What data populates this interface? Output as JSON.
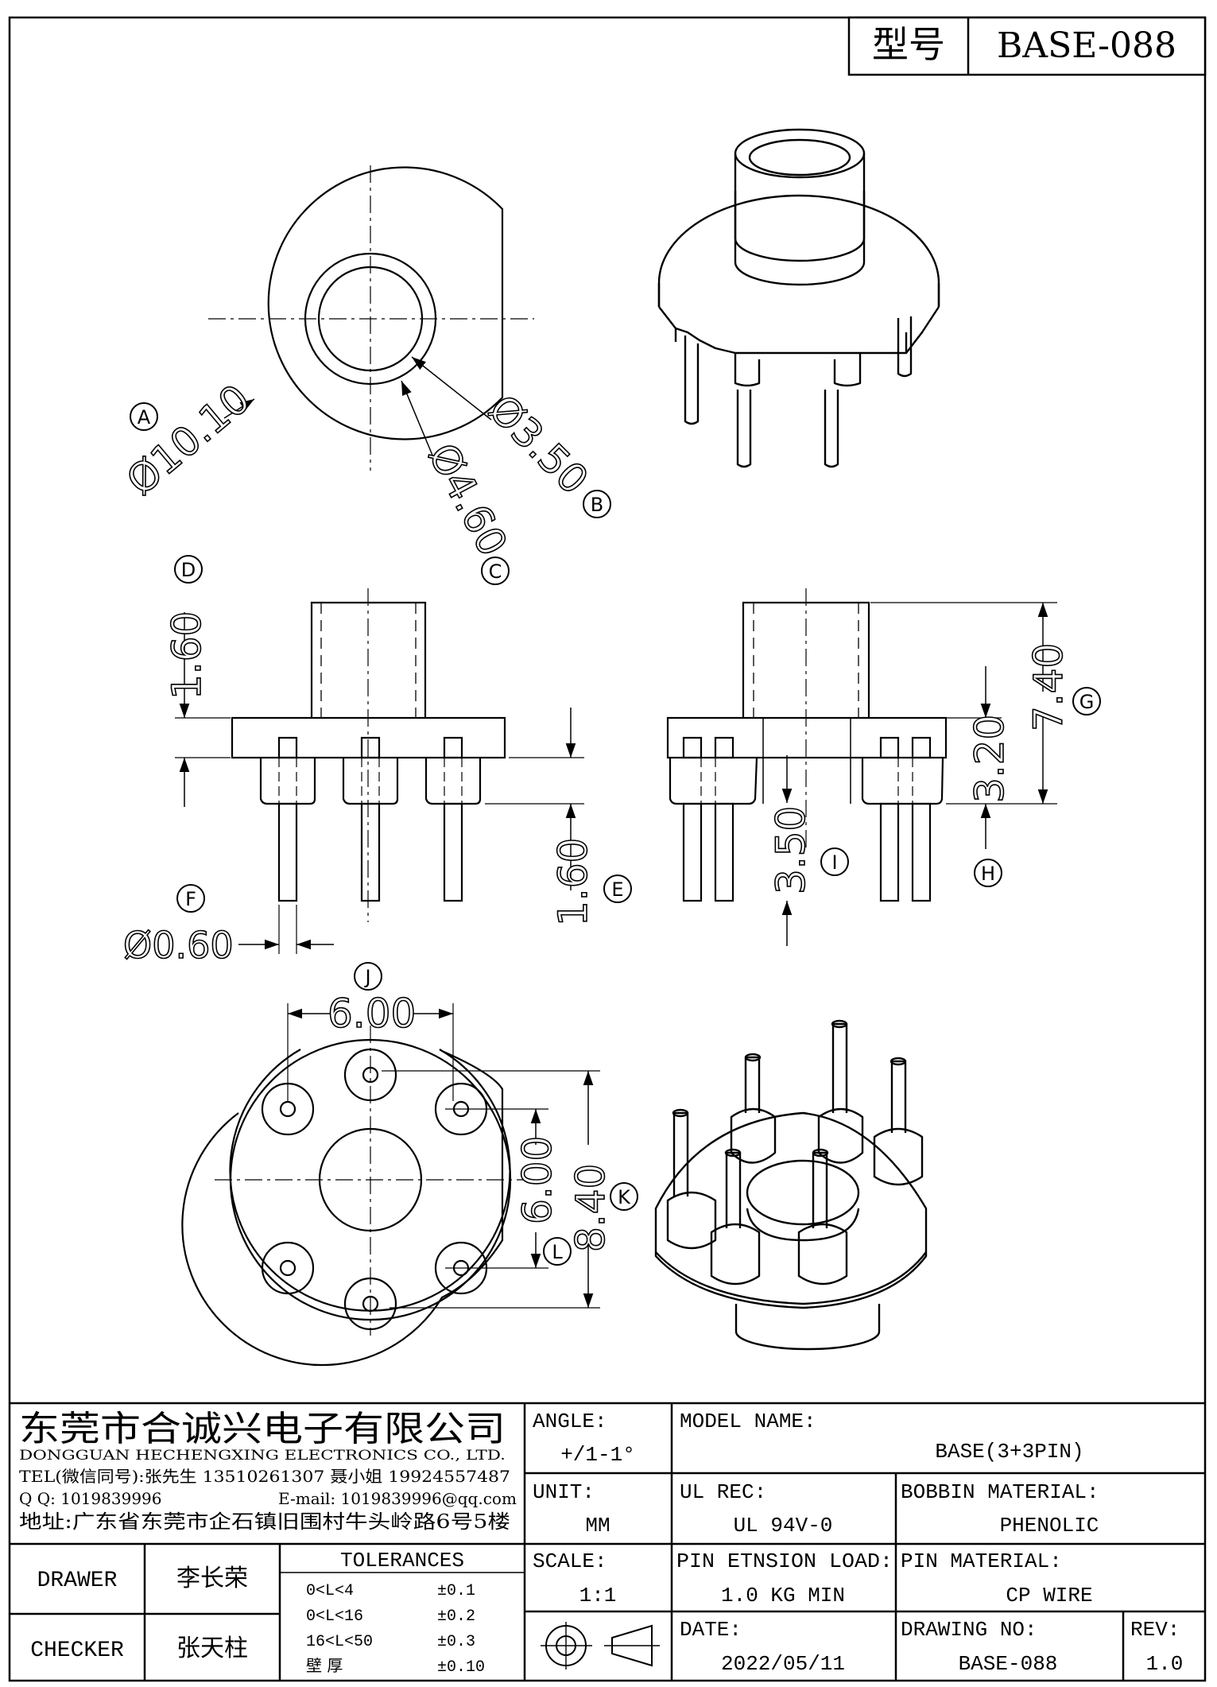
{
  "header": {
    "model_label": "型号",
    "model_value": "BASE-088"
  },
  "views": {
    "top": {
      "dim_a": "Ø10.10",
      "dim_b": "Ø3.50",
      "dim_c": "Ø4.60",
      "label_a": "A",
      "label_b": "B",
      "label_c": "C"
    },
    "front": {
      "dim_d": "1.60",
      "dim_e": "1.60",
      "dim_f": "Ø0.60",
      "label_d": "D",
      "label_e": "E",
      "label_f": "F"
    },
    "side": {
      "dim_g": "7.40",
      "dim_h": "3.20",
      "dim_i": "3.50",
      "label_g": "G",
      "label_h": "H",
      "label_i": "I"
    },
    "bottom": {
      "dim_j": "6.00",
      "dim_k": "8.40",
      "dim_l": "6.00",
      "label_j": "J",
      "label_k": "K",
      "label_l": "L"
    }
  },
  "company": {
    "name_cn": "东莞市合诚兴电子有限公司",
    "name_en": "DONGGUAN HECHENGXING ELECTRONICS CO., LTD.",
    "tel": "TEL(微信同号):张先生 13510261307 聂小姐 19924557487",
    "qq": "Q Q: 1019839996",
    "email": "E-mail: 1019839996@qq.com",
    "address": "地址:广东省东莞市企石镇旧围村牛头岭路6号5楼"
  },
  "title_block": {
    "angle_label": "ANGLE:",
    "angle_value": "+/1-1°",
    "model_name_label": "MODEL NAME:",
    "model_name_value": "BASE(3+3PIN)",
    "unit_label": "UNIT:",
    "unit_value": "MM",
    "ul_rec_label": "UL REC:",
    "ul_rec_value": "UL 94V-0",
    "bobbin_material_label": "BOBBIN MATERIAL:",
    "bobbin_material_value": "PHENOLIC",
    "drawer_label": "DRAWER",
    "drawer_value": "李长荣",
    "checker_label": "CHECKER",
    "checker_value": "张天柱",
    "tolerances_label": "TOLERANCES",
    "tolerances": [
      {
        "range": "0<L<4",
        "value": "±0.1"
      },
      {
        "range": "0<L<16",
        "value": "±0.2"
      },
      {
        "range": "16<L<50",
        "value": "±0.3"
      },
      {
        "range": "壁  厚",
        "value": "±0.10"
      }
    ],
    "scale_label": "SCALE:",
    "scale_value": "1:1",
    "pin_tension_label": "PIN ETNSION LOAD:",
    "pin_tension_value": "1.0 KG MIN",
    "pin_material_label": "PIN MATERIAL:",
    "pin_material_value": "CP WIRE",
    "date_label": "DATE:",
    "date_value": "2022/05/11",
    "drawing_no_label": "DRAWING NO:",
    "drawing_no_value": "BASE-088",
    "rev_label": "REV:",
    "rev_value": "1.0"
  }
}
